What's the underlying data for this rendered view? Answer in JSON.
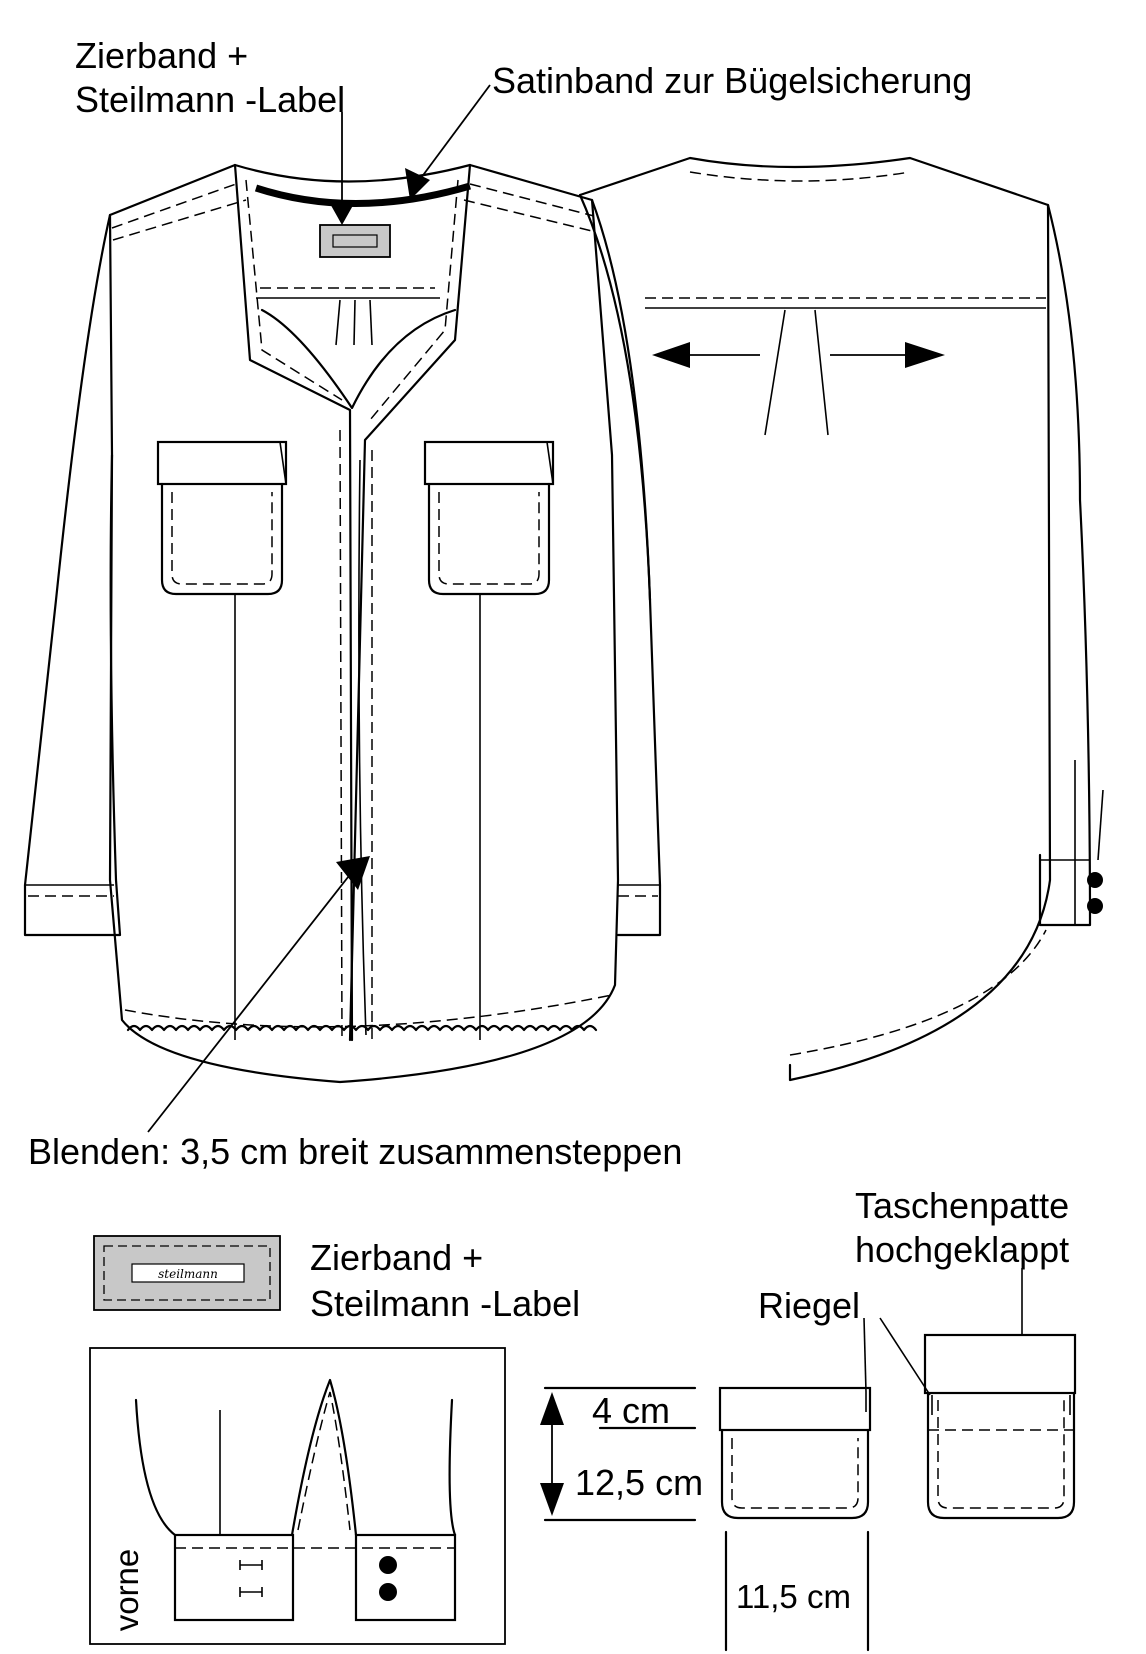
{
  "labels": {
    "zierband_line1": "Zierband +",
    "zierband_line2": "Steilmann -Label",
    "satinband": "Satinband zur Bügelsicherung",
    "blenden": "Blenden: 3,5 cm breit zusammensteppen",
    "legend_line1": "Zierband +",
    "legend_line2": "Steilmann -Label",
    "legend_brand": "steilmann",
    "taschenpatte_line1": "Taschenpatte",
    "taschenpatte_line2": "hochgeklappt",
    "riegel": "Riegel",
    "vorne": "vorne"
  },
  "dimensions": {
    "flap_height": "4 cm",
    "pocket_height": "12,5 cm",
    "pocket_width": "11,5 cm"
  },
  "colors": {
    "line": "#000000",
    "label_fill": "#c8c8c8",
    "background": "#ffffff"
  }
}
